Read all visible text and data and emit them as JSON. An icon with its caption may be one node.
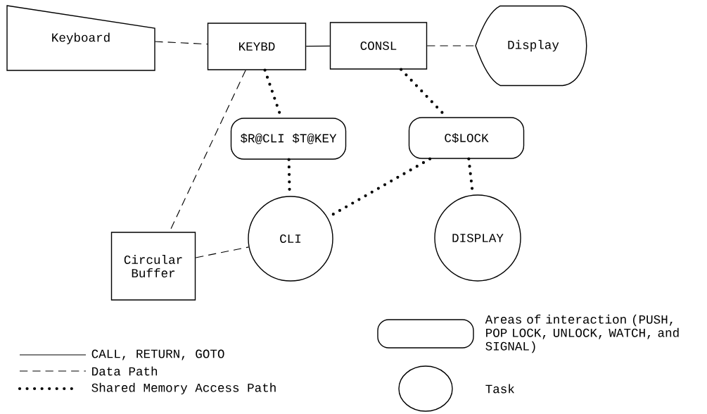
{
  "diagram": {
    "nodes": [
      {
        "text": [
          "Keyboard"
        ]
      },
      {
        "text": [
          "KEYBD"
        ]
      },
      {
        "text": [
          "CONSL"
        ]
      },
      {
        "text": [
          "Display"
        ]
      },
      {
        "text": [
          "$R@CLI $T@KEY"
        ]
      },
      {
        "text": [
          "C$LOCK"
        ]
      },
      {
        "text": [
          "CLI"
        ]
      },
      {
        "text": [
          "DISPLAY"
        ]
      },
      {
        "text": [
          "Circular Buffer"
        ]
      }
    ],
    "edges": [
      {
        "from": 0,
        "to": 1,
        "arrow": "none",
        "style": "dashed"
      },
      {
        "from": 1,
        "to": 2,
        "arrow": "none"
      },
      {
        "from": 2,
        "to": 3,
        "arrow": "none",
        "style": "dashed"
      },
      {
        "from": 1,
        "to": 4,
        "arrow": "none",
        "style": "dashed"
      },
      {
        "from": 2,
        "to": 5,
        "arrow": "none",
        "style": "dashed"
      },
      {
        "from": 4,
        "to": 6,
        "arrow": "none",
        "style": "dashed"
      },
      {
        "from": 5,
        "to": 6,
        "arrow": "none",
        "style": "dashed"
      },
      {
        "from": 5,
        "to": 7,
        "arrow": "none",
        "style": "dashed"
      },
      {
        "from": 1,
        "to": 8,
        "arrow": "none",
        "style": "dashed"
      },
      {
        "from": 8,
        "to": 6,
        "arrow": "none",
        "style": "dashed"
      }
    ],
    "legend": [
      {
        "text": "CALL, RETURN, GOTO"
      },
      {
        "text": "Data Path"
      },
      {
        "text": "Shared Memory Access Path"
      },
      {
        "text": "Areas of interaction (PUSH, POP LOCK, UNLOCK, WATCH, and SIGNAL)"
      },
      {
        "text": "Task"
      }
    ]
  }
}
